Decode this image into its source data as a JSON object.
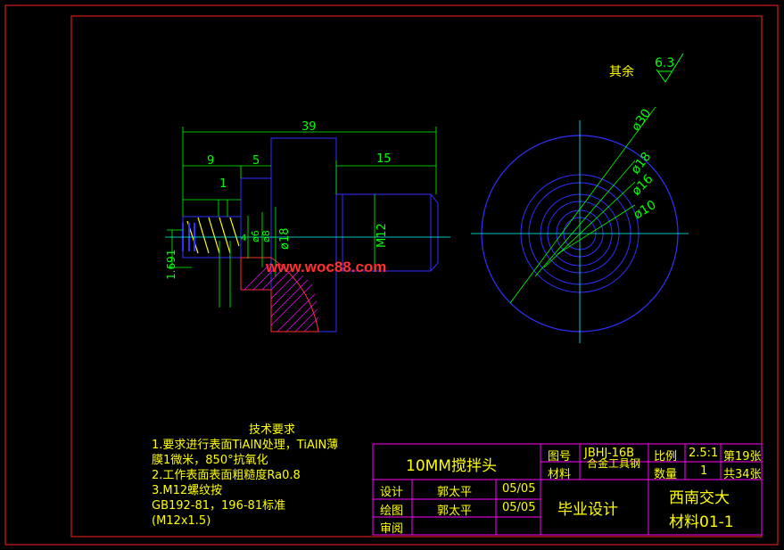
{
  "surface_roughness": {
    "label": "其余",
    "value": "6.3"
  },
  "dimensions": {
    "total_length": "39",
    "d9": "9",
    "d5": "5",
    "d15": "15",
    "d1": "1",
    "d1691": "1.691",
    "phi6": "ø6",
    "phi8": "ø8",
    "phi18": "ø18",
    "m12": "M12",
    "phi30": "ø30",
    "phi18_r": "ø18",
    "phi16": "ø16",
    "phi10": "ø10",
    "d4": "4"
  },
  "watermark": "www.woc88.com",
  "technical_requirements": {
    "title": "技术要求",
    "lines": [
      "1.要求进行表面TiAlN处理，TiAlN薄",
      "膜1微米，850°抗氧化",
      "2.工作表面表面粗糙度Ra0.8",
      "3.M12螺纹按",
      "GB192-81，196-81标准",
      "(M12x1.5)"
    ]
  },
  "title_block": {
    "part_name": "10MM搅拌头",
    "drawing_no_label": "图号",
    "drawing_no": "JBHJ-16B",
    "scale_label": "比例",
    "scale": "2.5:1",
    "sheet": "第19张",
    "material_label": "材料",
    "material": "合金工具钢",
    "qty_label": "数量",
    "qty": "1",
    "total_sheets": "共34张",
    "design_label": "设计",
    "designer": "郭太平",
    "design_date": "05/05",
    "draw_label": "绘图",
    "drawer": "郭太平",
    "draw_date": "05/05",
    "review_label": "审阅",
    "project": "毕业设计",
    "school": "西南交大",
    "class": "材料01-1"
  },
  "colors": {
    "border": "#ff0000",
    "part": "#3030ff",
    "dim": "#00ff00",
    "title": "#ff00ff",
    "text": "#ffff00",
    "center": "#00ffff"
  }
}
